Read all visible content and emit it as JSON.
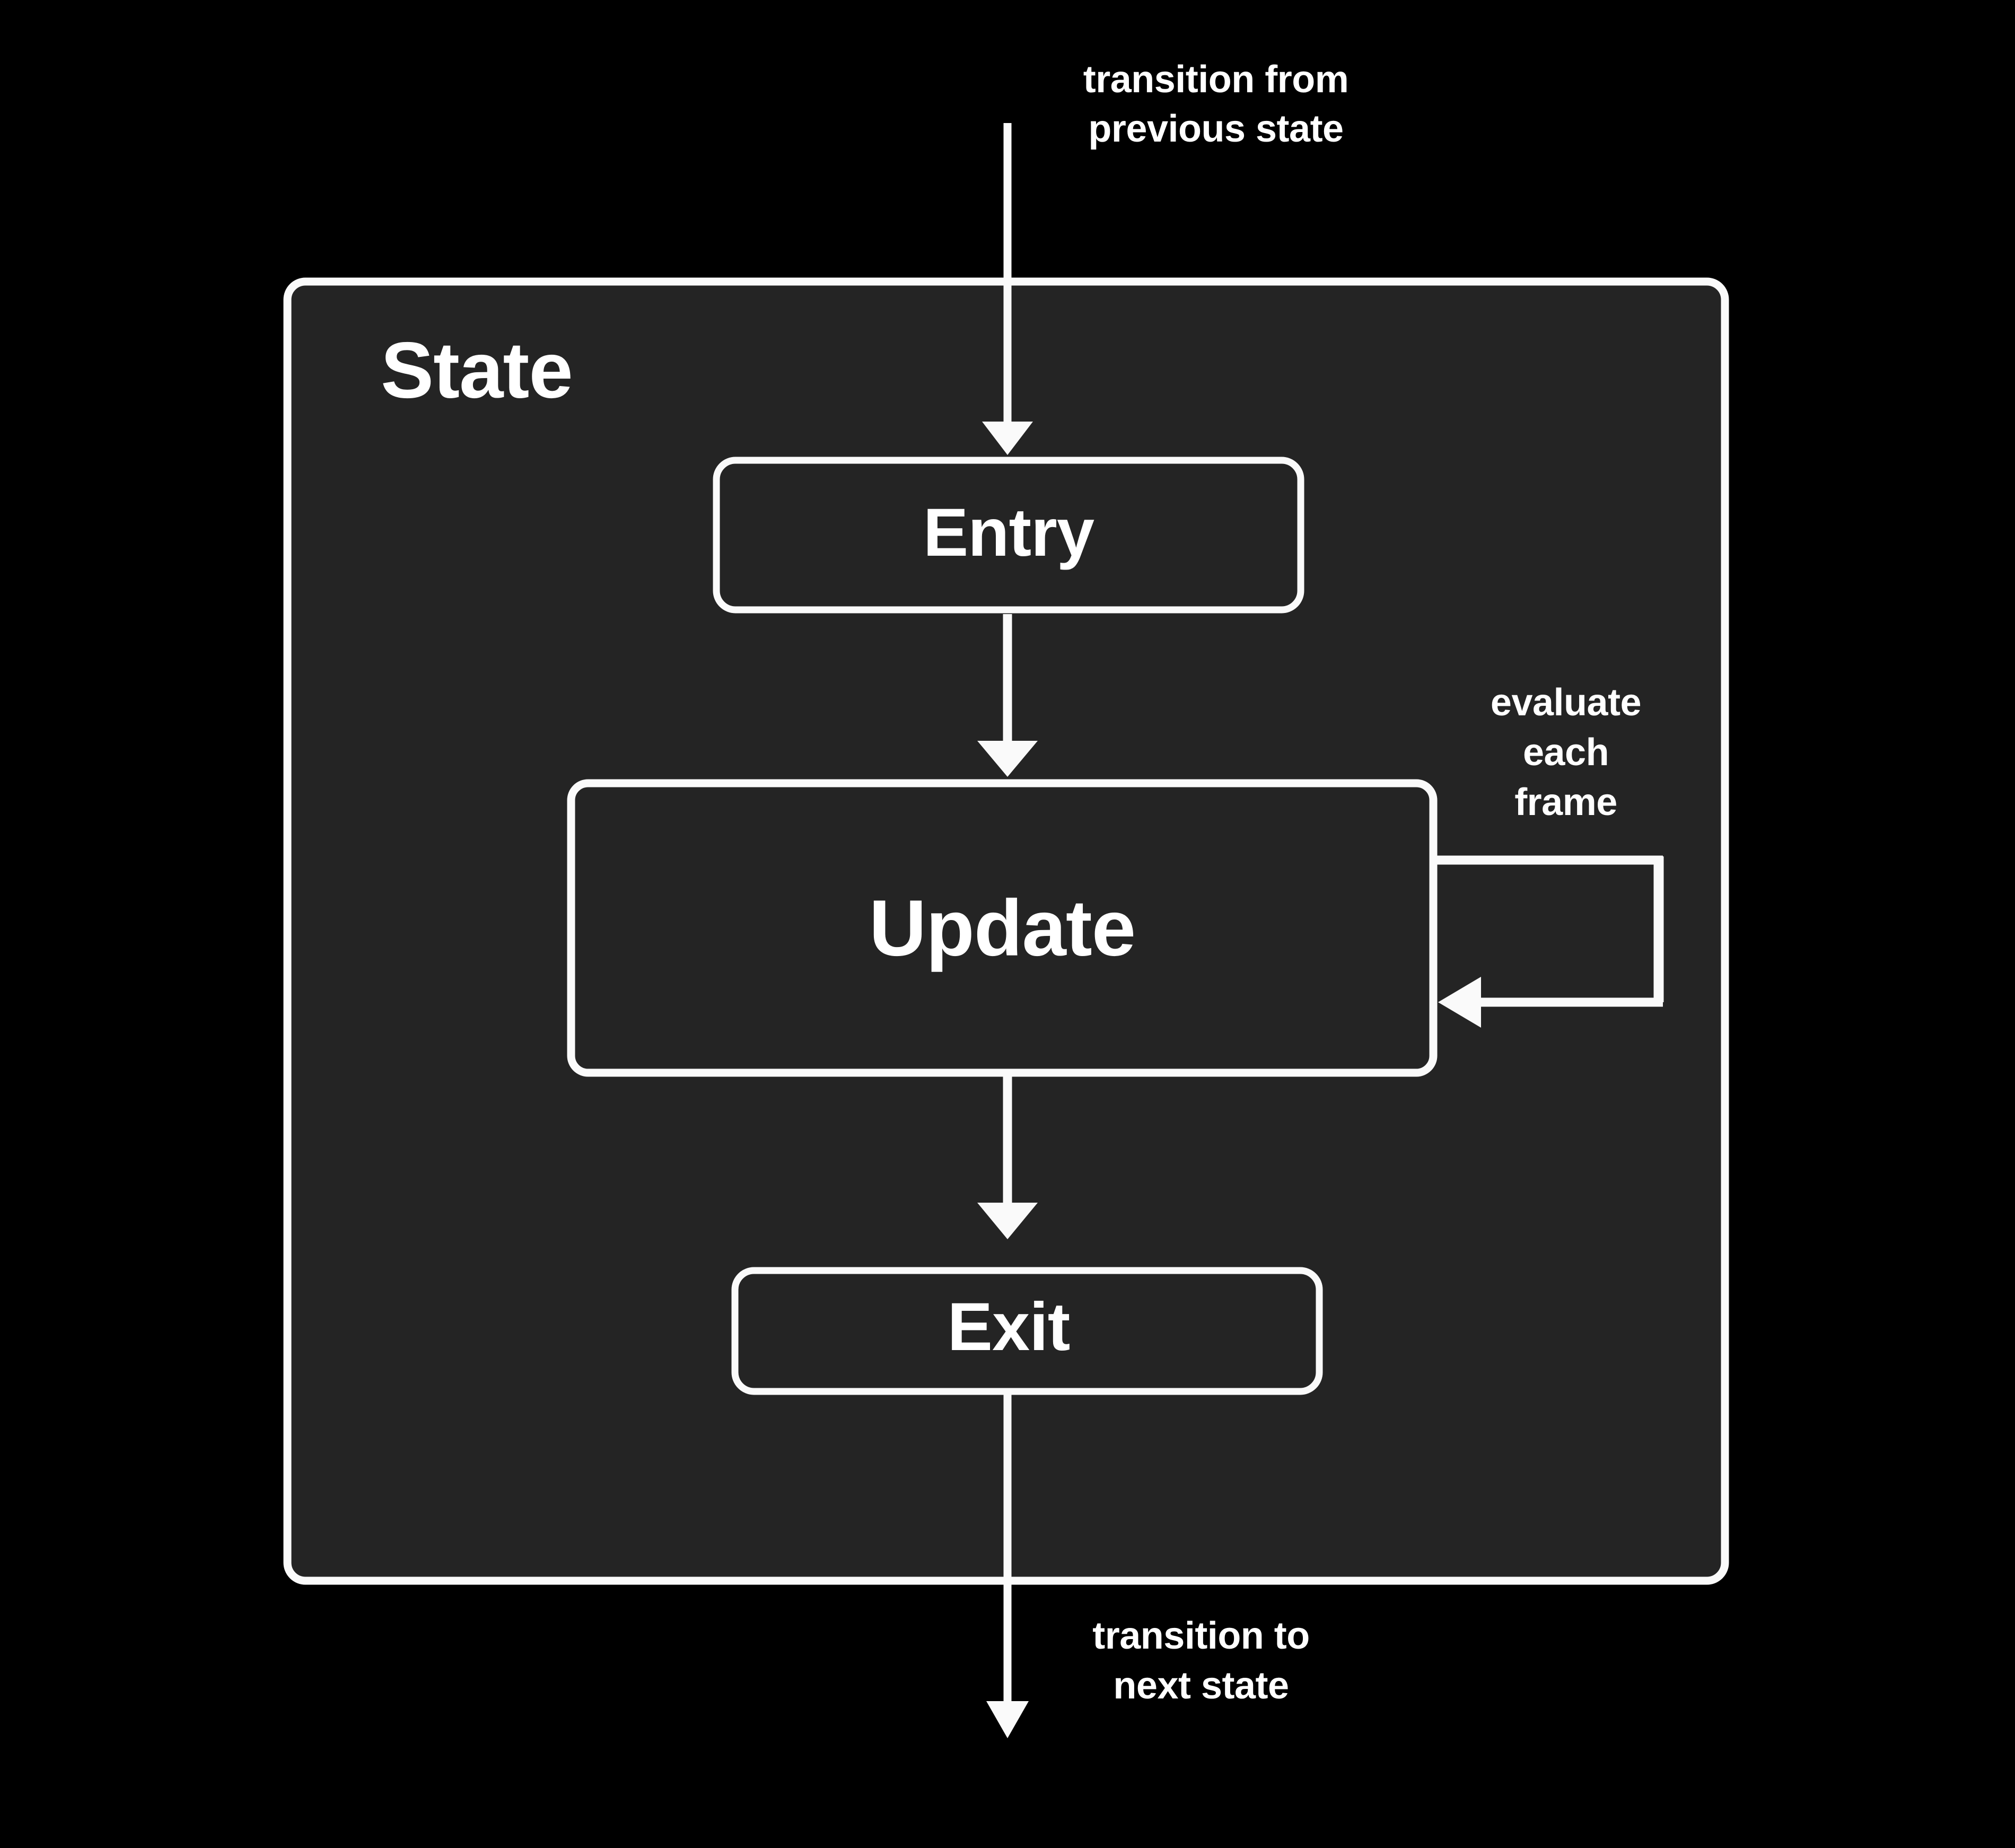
{
  "diagram": {
    "title": "State",
    "background_color": "#000000",
    "container_fill": "#242424",
    "stroke_color": "#fafafa",
    "text_color": "#ffffff",
    "container": {
      "name": "State",
      "label": "State"
    },
    "nodes": [
      {
        "id": "entry",
        "label": "Entry"
      },
      {
        "id": "update",
        "label": "Update"
      },
      {
        "id": "exit",
        "label": "Exit"
      }
    ],
    "edges": [
      {
        "id": "incoming",
        "from": "previous-state",
        "to": "entry",
        "label_line1": "transition from",
        "label_line2": "previous state"
      },
      {
        "id": "entry-to-update",
        "from": "entry",
        "to": "update",
        "label_line1": "",
        "label_line2": ""
      },
      {
        "id": "update-self-loop",
        "from": "update",
        "to": "update",
        "label_line1": "evaluate",
        "label_line2": "each",
        "label_line3": "frame"
      },
      {
        "id": "update-to-exit",
        "from": "update",
        "to": "exit",
        "label_line1": "",
        "label_line2": ""
      },
      {
        "id": "outgoing",
        "from": "exit",
        "to": "next-state",
        "label_line1": "transition to",
        "label_line2": "next state"
      }
    ]
  }
}
